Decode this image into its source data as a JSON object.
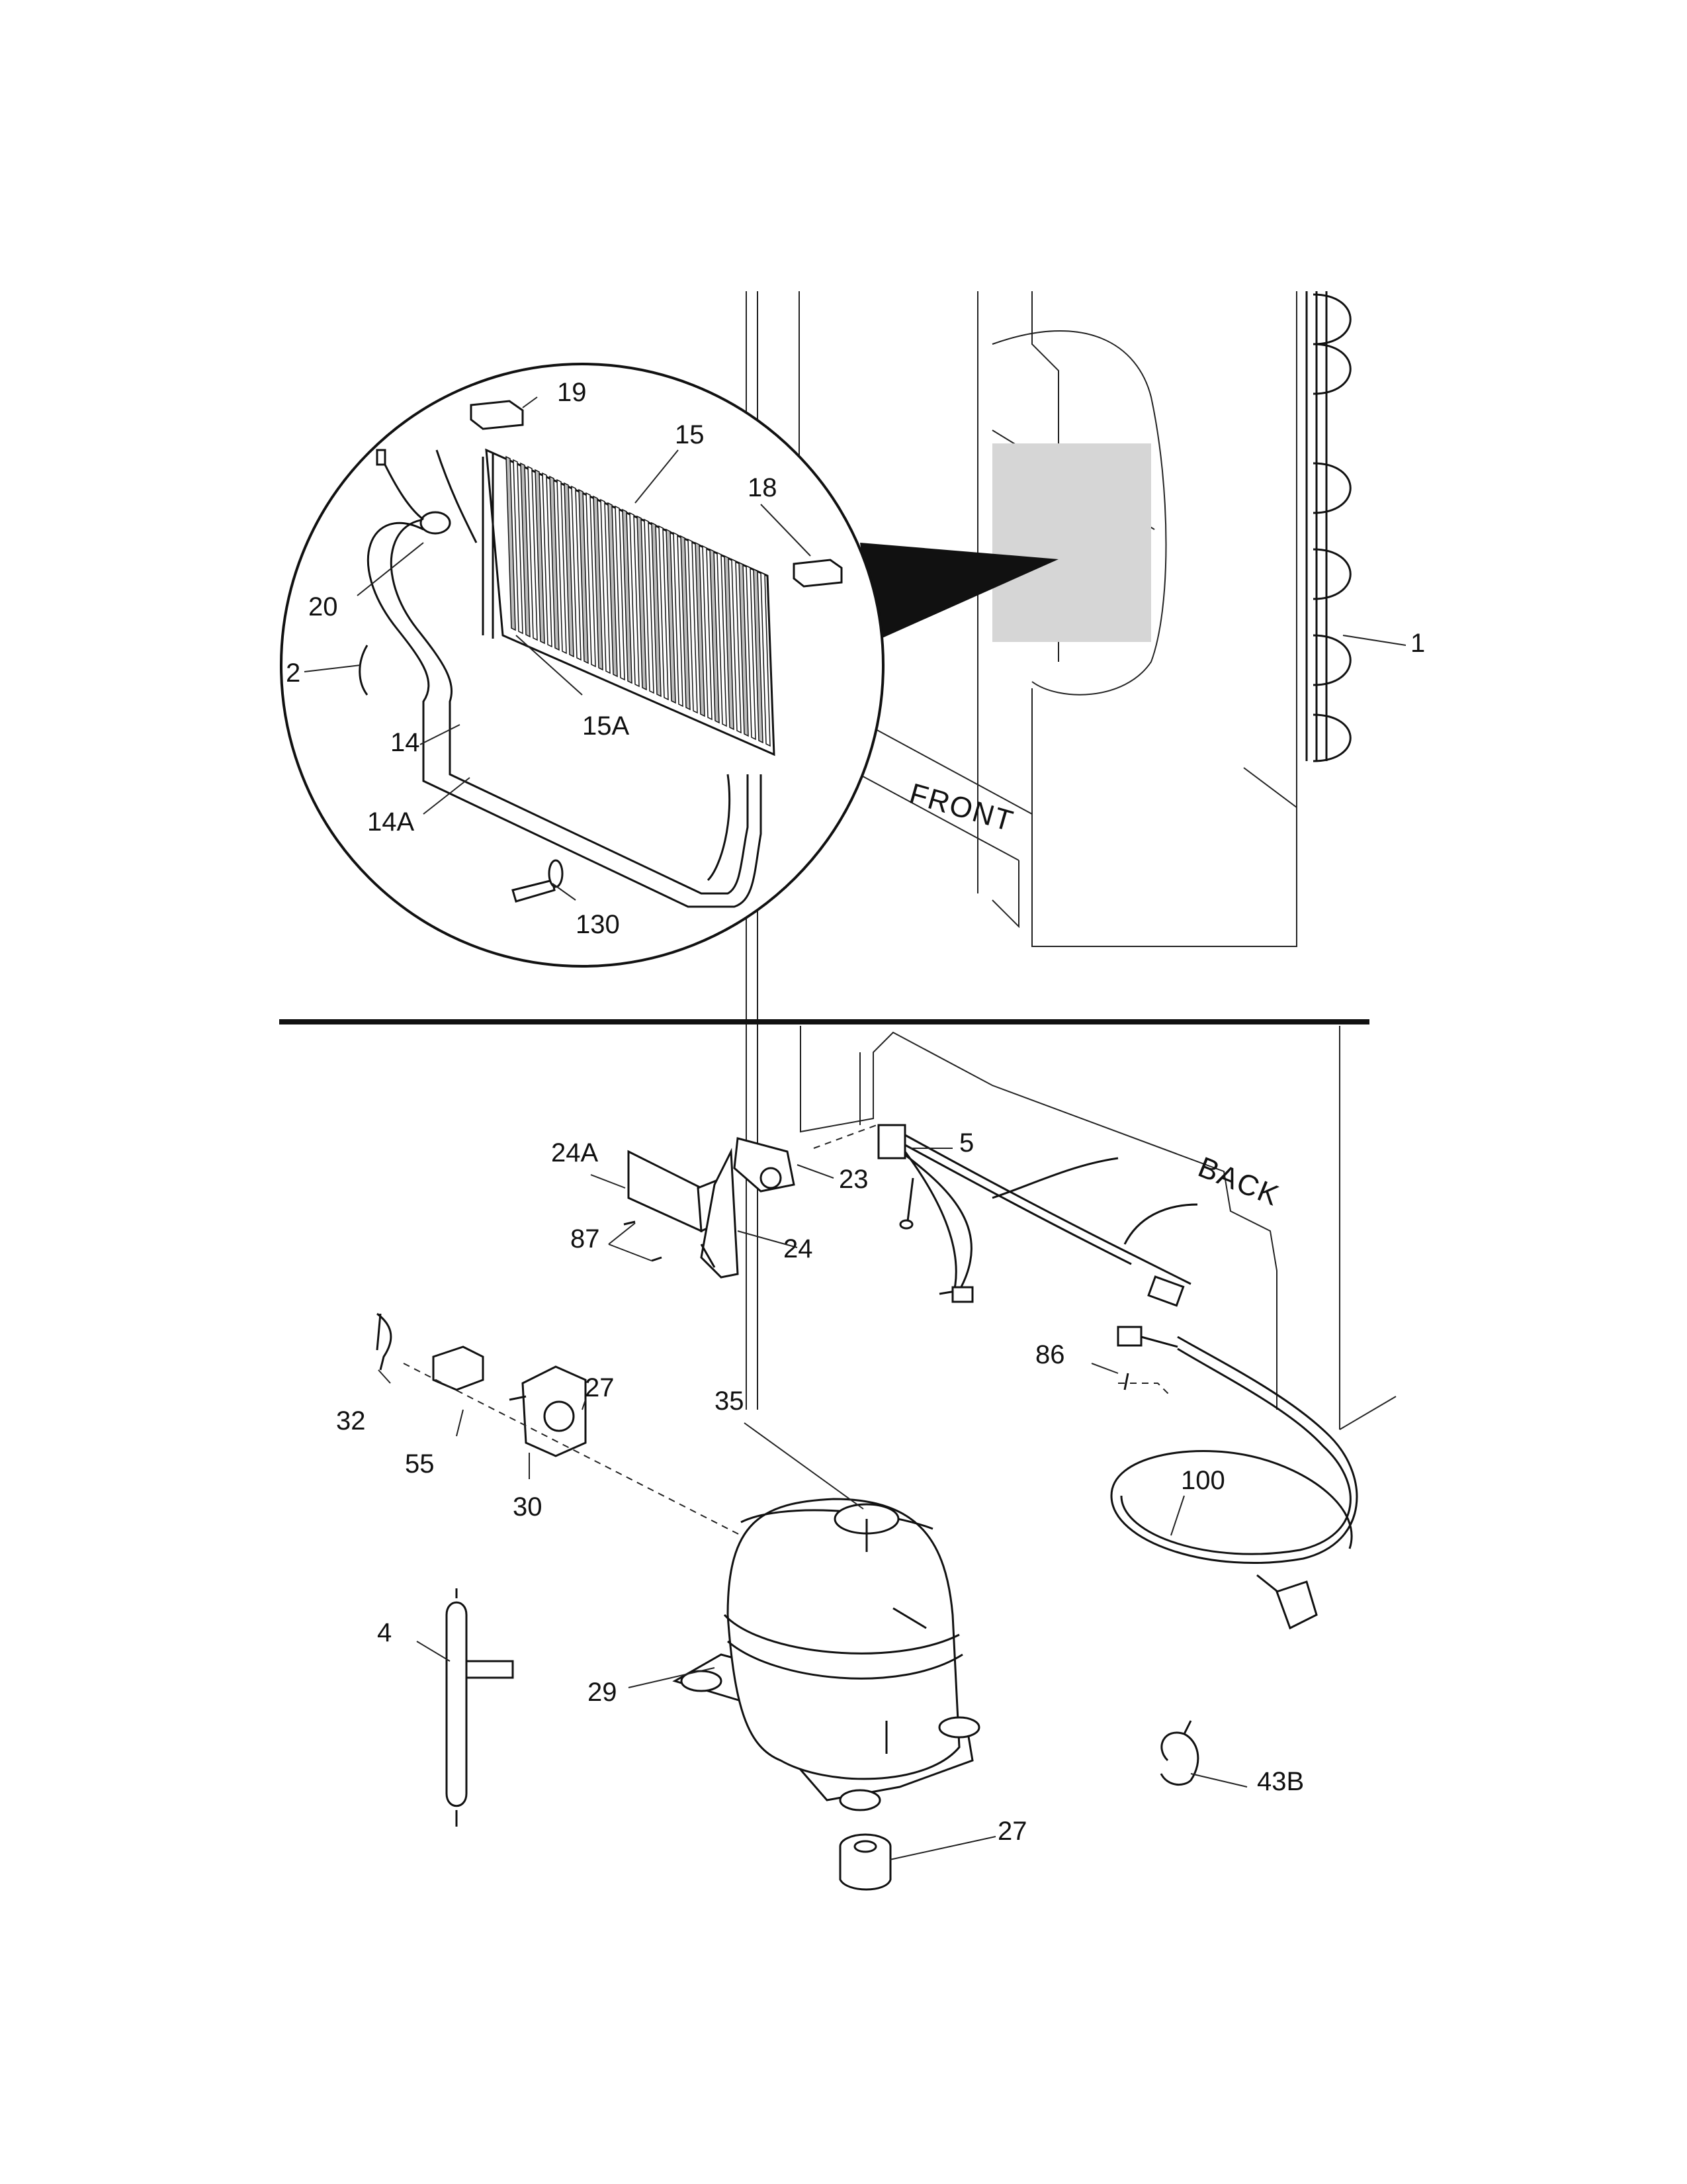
{
  "top_section": {
    "side_label": "FRONT",
    "callouts": {
      "c1": "1",
      "c2": "2",
      "c14": "14",
      "c14a": "14A",
      "c15": "15",
      "c15a": "15A",
      "c18": "18",
      "c19": "19",
      "c20": "20",
      "c130": "130"
    }
  },
  "bottom_section": {
    "side_label": "BACK",
    "callouts": {
      "c4": "4",
      "c5": "5",
      "c23": "23",
      "c24": "24",
      "c24a": "24A",
      "c27a": "27",
      "c27b": "27",
      "c29": "29",
      "c30": "30",
      "c32": "32",
      "c35": "35",
      "c43b": "43B",
      "c55": "55",
      "c86": "86",
      "c87": "87",
      "c100": "100"
    }
  },
  "colors": {
    "line": "#111111",
    "fin_shade": "#bdbdbd",
    "paper": "#ffffff"
  },
  "icon_names": [
    "evaporator-icon",
    "compressor-icon",
    "drier-icon",
    "power-cord-icon",
    "wire-harness-icon"
  ]
}
